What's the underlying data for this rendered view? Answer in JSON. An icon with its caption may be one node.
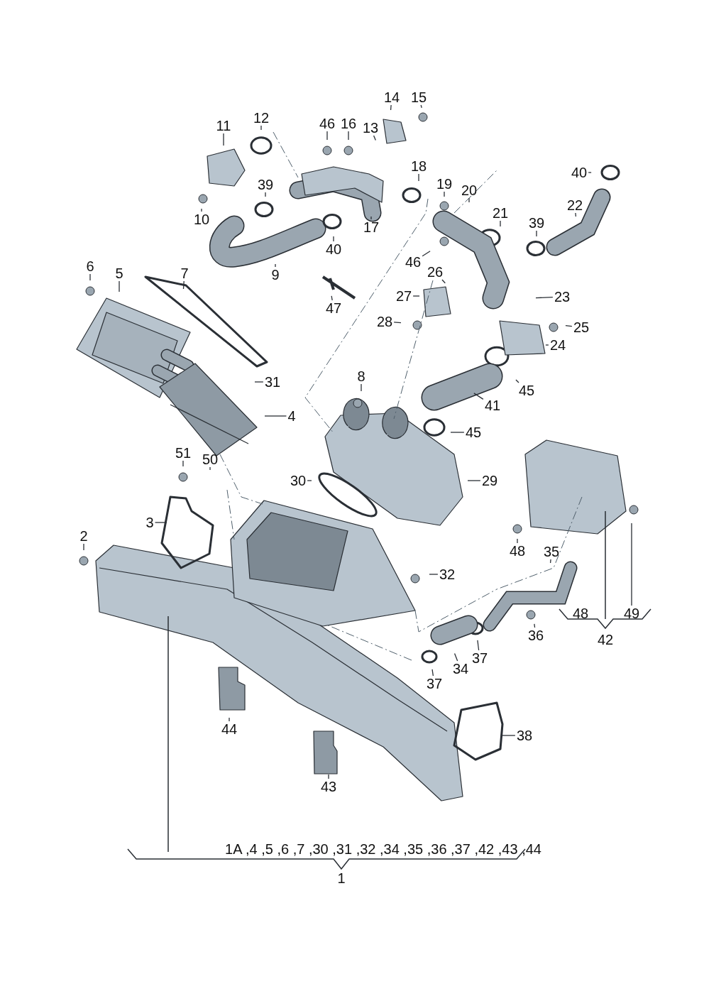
{
  "diagram": {
    "nodes": [
      {
        "text": [
          "14"
        ]
      },
      {
        "text": [
          "15"
        ]
      },
      {
        "text": [
          "11"
        ]
      },
      {
        "text": [
          "12"
        ]
      },
      {
        "text": [
          "46"
        ]
      },
      {
        "text": [
          "16"
        ]
      },
      {
        "text": [
          "13"
        ]
      },
      {
        "text": [
          "18"
        ]
      },
      {
        "text": [
          "40"
        ]
      },
      {
        "text": [
          "19"
        ]
      },
      {
        "text": [
          "39"
        ]
      },
      {
        "text": [
          "20"
        ]
      },
      {
        "text": [
          "22"
        ]
      },
      {
        "text": [
          "21"
        ]
      },
      {
        "text": [
          "10"
        ]
      },
      {
        "text": [
          "39"
        ]
      },
      {
        "text": [
          "17"
        ]
      },
      {
        "text": [
          "40"
        ]
      },
      {
        "text": [
          "46"
        ]
      },
      {
        "text": [
          "6"
        ]
      },
      {
        "text": [
          "5"
        ]
      },
      {
        "text": [
          "7"
        ]
      },
      {
        "text": [
          "26"
        ]
      },
      {
        "text": [
          "9"
        ]
      },
      {
        "text": [
          "27"
        ]
      },
      {
        "text": [
          "23"
        ]
      },
      {
        "text": [
          "47"
        ]
      },
      {
        "text": [
          "28"
        ]
      },
      {
        "text": [
          "25"
        ]
      },
      {
        "text": [
          "24"
        ]
      },
      {
        "text": [
          "8"
        ]
      },
      {
        "text": [
          "31"
        ]
      },
      {
        "text": [
          "45"
        ]
      },
      {
        "text": [
          "41"
        ]
      },
      {
        "text": [
          "4"
        ]
      },
      {
        "text": [
          "45"
        ]
      },
      {
        "text": [
          "51"
        ]
      },
      {
        "text": [
          "50"
        ]
      },
      {
        "text": [
          "30"
        ]
      },
      {
        "text": [
          "29"
        ]
      },
      {
        "text": [
          "3"
        ]
      },
      {
        "text": [
          "2"
        ]
      },
      {
        "text": [
          "48"
        ]
      },
      {
        "text": [
          "35"
        ]
      },
      {
        "text": [
          "32"
        ]
      },
      {
        "text": [
          "49"
        ]
      },
      {
        "text": [
          "36"
        ]
      },
      {
        "text": [
          "37"
        ]
      },
      {
        "text": [
          "34"
        ]
      },
      {
        "text": [
          "37"
        ]
      },
      {
        "text": [
          "44"
        ]
      },
      {
        "text": [
          "38"
        ]
      },
      {
        "text": [
          "43"
        ]
      }
    ],
    "edges": [
      {
        "from": 0,
        "to": null,
        "arrow": "none"
      },
      {
        "from": 1,
        "to": null,
        "arrow": "none"
      },
      {
        "from": 2,
        "to": null,
        "arrow": "none"
      },
      {
        "from": 3,
        "to": null,
        "arrow": "none"
      },
      {
        "from": 4,
        "to": null,
        "arrow": "none"
      },
      {
        "from": 5,
        "to": null,
        "arrow": "none"
      },
      {
        "from": 6,
        "to": null,
        "arrow": "none"
      },
      {
        "from": 7,
        "to": null,
        "arrow": "none"
      },
      {
        "from": 8,
        "to": null,
        "arrow": "none"
      },
      {
        "from": 9,
        "to": null,
        "arrow": "none"
      },
      {
        "from": 10,
        "to": null,
        "arrow": "none"
      },
      {
        "from": 11,
        "to": null,
        "arrow": "none"
      },
      {
        "from": 12,
        "to": null,
        "arrow": "none"
      },
      {
        "from": 13,
        "to": null,
        "arrow": "none"
      },
      {
        "from": 14,
        "to": null,
        "arrow": "none"
      },
      {
        "from": 15,
        "to": null,
        "arrow": "none"
      },
      {
        "from": 16,
        "to": null,
        "arrow": "none"
      },
      {
        "from": 17,
        "to": null,
        "arrow": "none"
      },
      {
        "from": 18,
        "to": null,
        "arrow": "none"
      },
      {
        "from": 19,
        "to": null,
        "arrow": "none"
      },
      {
        "from": 20,
        "to": null,
        "arrow": "none"
      },
      {
        "from": 21,
        "to": null,
        "arrow": "none"
      },
      {
        "from": 22,
        "to": null,
        "arrow": "none"
      },
      {
        "from": 23,
        "to": null,
        "arrow": "none"
      },
      {
        "from": 24,
        "to": null,
        "arrow": "none"
      },
      {
        "from": 25,
        "to": null,
        "arrow": "none"
      },
      {
        "from": 26,
        "to": null,
        "arrow": "none"
      },
      {
        "from": 27,
        "to": null,
        "arrow": "none"
      },
      {
        "from": 28,
        "to": null,
        "arrow": "none"
      },
      {
        "from": 29,
        "to": null,
        "arrow": "none"
      },
      {
        "from": 30,
        "to": null,
        "arrow": "none"
      },
      {
        "from": 31,
        "to": null,
        "arrow": "none"
      },
      {
        "from": 32,
        "to": null,
        "arrow": "none"
      },
      {
        "from": 33,
        "to": null,
        "arrow": "none"
      },
      {
        "from": 34,
        "to": null,
        "arrow": "none"
      },
      {
        "from": 35,
        "to": null,
        "arrow": "none"
      },
      {
        "from": 36,
        "to": null,
        "arrow": "none"
      },
      {
        "from": 37,
        "to": null,
        "arrow": "none"
      },
      {
        "from": 38,
        "to": null,
        "arrow": "none"
      },
      {
        "from": 39,
        "to": null,
        "arrow": "none"
      },
      {
        "from": 40,
        "to": null,
        "arrow": "none"
      },
      {
        "from": 41,
        "to": null,
        "arrow": "none"
      },
      {
        "from": 42,
        "to": null,
        "arrow": "none"
      },
      {
        "from": 43,
        "to": null,
        "arrow": "none"
      },
      {
        "from": 44,
        "to": null,
        "arrow": "none"
      },
      {
        "from": 45,
        "to": null,
        "arrow": "none"
      },
      {
        "from": 46,
        "to": null,
        "arrow": "none"
      },
      {
        "from": 47,
        "to": null,
        "arrow": "none"
      },
      {
        "from": 48,
        "to": null,
        "arrow": "none"
      },
      {
        "from": 49,
        "to": null,
        "arrow": "none"
      },
      {
        "from": 50,
        "to": null,
        "arrow": "none"
      },
      {
        "from": 51,
        "to": null,
        "arrow": "none"
      },
      {
        "from": 52,
        "to": null,
        "arrow": "none"
      }
    ],
    "labels": [
      "48",
      "42",
      "1A ,4 ,5 ,6 ,7 ,30 ,31 ,32 ,34 ,35 ,36 ,37 ,42 ,43 ,44",
      "1"
    ]
  }
}
